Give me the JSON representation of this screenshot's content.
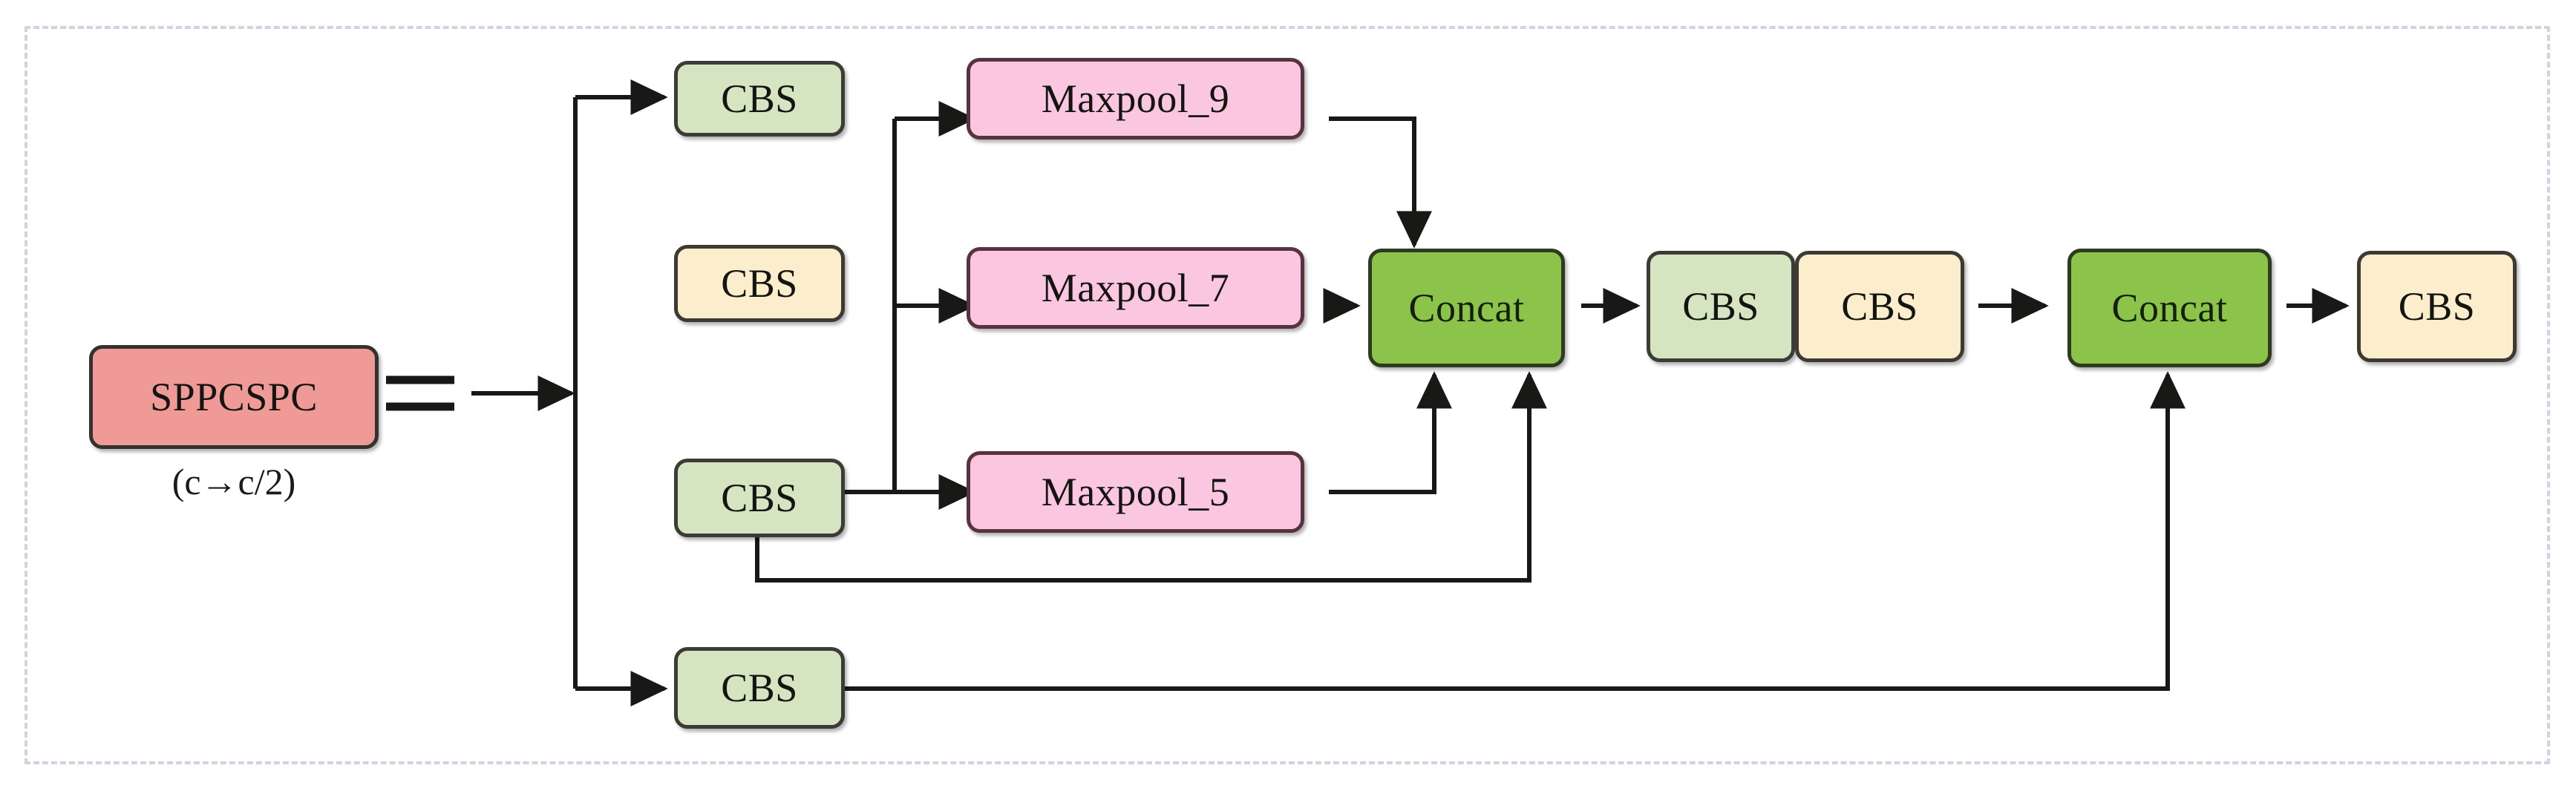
{
  "diagram": {
    "title": "SPPCSPC",
    "frame": {
      "style": "dashed",
      "color": "#d9cfe4"
    },
    "palette": {
      "sppcspc_fill": "#ef9a96",
      "cbs_green_fill": "#d5e4c1",
      "cbs_cream_fill": "#fceecd",
      "maxpool_fill": "#fbc6e0",
      "concat_fill": "#8cc34b",
      "edge_color": "#1c1c1a",
      "frame_color": "#d9cfe4"
    },
    "nodes": [
      {
        "id": "sppcspc",
        "label": "SPPCSPC",
        "kind": "sppcspc"
      },
      {
        "id": "cbs_1",
        "label": "CBS",
        "kind": "cbs-green"
      },
      {
        "id": "cbs_2",
        "label": "CBS",
        "kind": "cbs-cream"
      },
      {
        "id": "cbs_3",
        "label": "CBS",
        "kind": "cbs-green"
      },
      {
        "id": "cbs_4",
        "label": "CBS",
        "kind": "cbs-green"
      },
      {
        "id": "maxpool_9",
        "label": "Maxpool_9",
        "kind": "maxpool"
      },
      {
        "id": "maxpool_7",
        "label": "Maxpool_7",
        "kind": "maxpool"
      },
      {
        "id": "maxpool_5",
        "label": "Maxpool_5",
        "kind": "maxpool"
      },
      {
        "id": "concat_1",
        "label": "Concat",
        "kind": "concat"
      },
      {
        "id": "cbs_5",
        "label": "CBS",
        "kind": "cbs-green"
      },
      {
        "id": "cbs_6",
        "label": "CBS",
        "kind": "cbs-cream"
      },
      {
        "id": "concat_2",
        "label": "Concat",
        "kind": "concat"
      },
      {
        "id": "cbs_7",
        "label": "CBS",
        "kind": "cbs-cream"
      }
    ],
    "caption": {
      "id": "sppcspc_channels",
      "prefix": "(c",
      "arrow": "→",
      "suffix": "c/2)",
      "full": "(c→c/2)"
    }
  }
}
